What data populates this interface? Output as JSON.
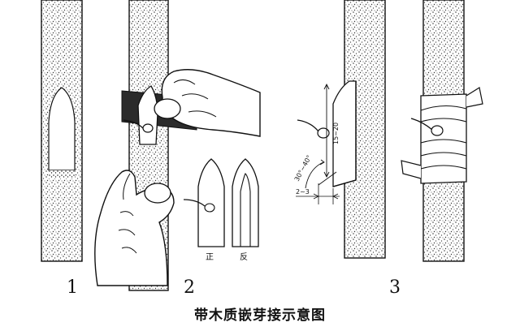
{
  "figure": {
    "caption": "带木质嵌芽接示意图",
    "step_labels": [
      "1",
      "2",
      "3"
    ],
    "bud_face_labels": {
      "front": "正",
      "back": "反"
    },
    "measure_length": "15~20",
    "measure_angle": "30°~40°",
    "measure_depth": "2~3"
  }
}
